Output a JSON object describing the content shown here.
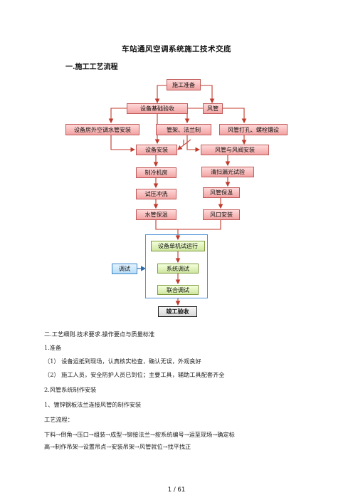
{
  "doc": {
    "title": "车站通风空调系统施工技术交底",
    "section1": "一.施工工艺流程",
    "footer": "1 / 61"
  },
  "flow": {
    "prep": "施工准备",
    "equip_base": "设备基础验收",
    "duct": "风管",
    "ext_pipe": "设备房外空调水管安装",
    "hanger": "管架、法兰制",
    "drill": "风管打孔、螺栓镶设",
    "equip_install": "设备安装",
    "duct_valve": "风管与风阀安装",
    "chiller": "制冷机房",
    "clean_test": "清扫漏光试验",
    "pressure": "试压冲洗",
    "duct_insul": "风管保温",
    "water_insul": "水管保温",
    "outlet": "风口安装",
    "single_run": "设备单机试运行",
    "debug": "调试",
    "sys_debug": "系统调试",
    "joint_debug": "联合调试",
    "acceptance": "竣工验收"
  },
  "body": [
    "二.工艺细则.技术要求.操作要点与质量标准",
    "1.准备",
    "（1）  设备运抵到现场，认真核实检查，确认无误，外观良好",
    "（2）  施工人员，安全防护人员已到位；主要工具，辅助工具配套齐全",
    "2.风管系统制作安装",
    "1、镀锌钢板法兰连接风管的制作安装",
    "工艺流程：",
    "下料→倒角→压口→组装→成型→铆接法兰→按系统编号→运至现场→确定标",
    "高→制作吊架→设置吊点→安装吊架→风管就位→找平找正"
  ]
}
